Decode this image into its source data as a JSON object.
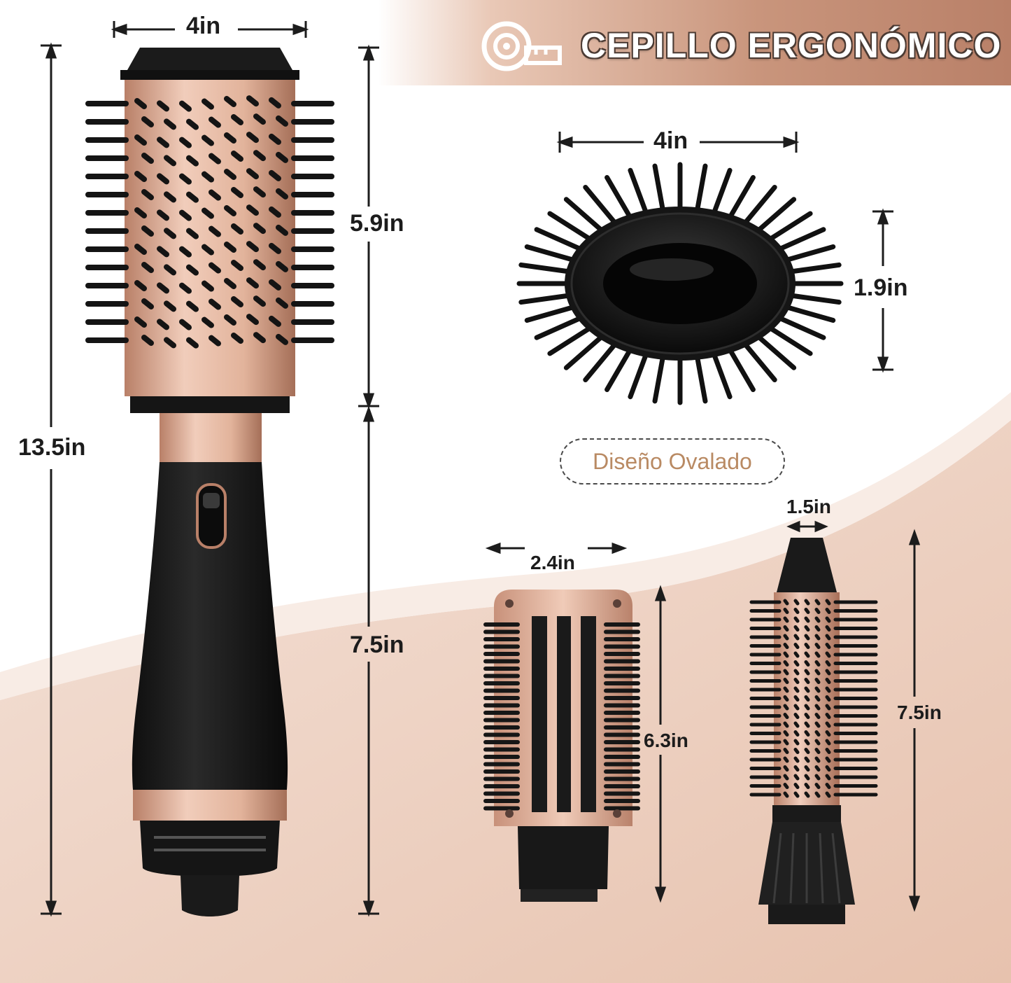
{
  "banner": {
    "title": "CEPILLO ERGONÓMICO",
    "icon": "measuring-tape-icon"
  },
  "main_brush": {
    "width": "4in",
    "head_height": "5.9in",
    "handle_height": "7.5in",
    "total_height": "13.5in"
  },
  "oval_brush": {
    "width": "4in",
    "height": "1.9in",
    "caption": "Diseño Ovalado"
  },
  "flat_brush": {
    "width": "2.4in",
    "height": "6.3in"
  },
  "round_brush": {
    "width": "1.5in",
    "height": "7.5in"
  },
  "colors": {
    "rose_gold": "#d9a78f",
    "black": "#1b1b1b",
    "accent": "#b98068"
  }
}
